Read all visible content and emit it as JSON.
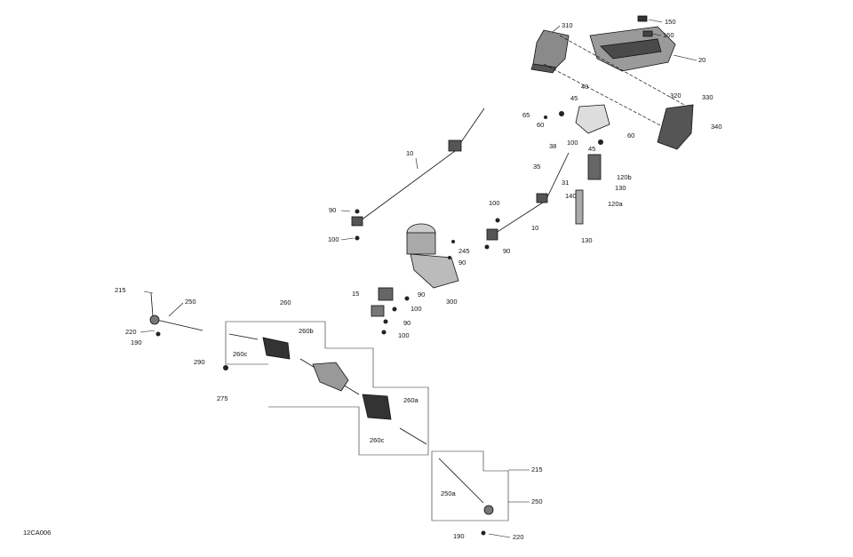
{
  "diagram": {
    "figure_code": "12CA006",
    "callouts": [
      "150",
      "160",
      "310",
      "20",
      "320",
      "330",
      "340",
      "40",
      "45",
      "65",
      "60",
      "100",
      "38",
      "45",
      "60",
      "35",
      "120b",
      "31",
      "130",
      "140",
      "120a",
      "130",
      "10",
      "90",
      "100",
      "245",
      "90",
      "10",
      "100",
      "90",
      "15",
      "90",
      "100",
      "90",
      "100",
      "300",
      "215",
      "250",
      "220",
      "190",
      "260",
      "260b",
      "260c",
      "290",
      "275",
      "260a",
      "260c",
      "215",
      "250a",
      "250",
      "190",
      "220"
    ]
  }
}
